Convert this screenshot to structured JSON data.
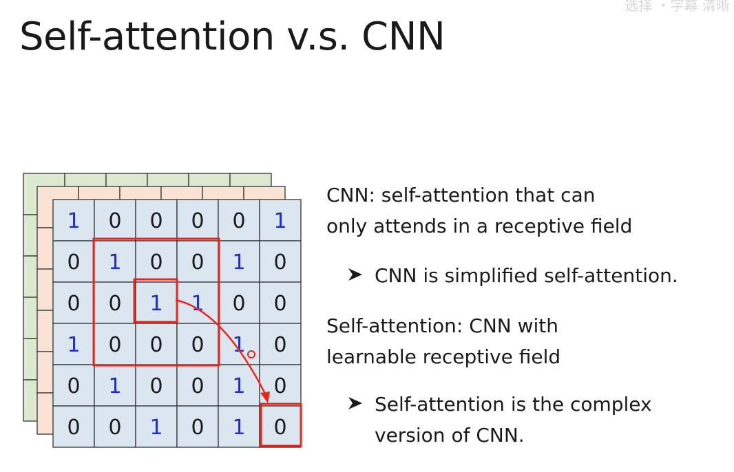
{
  "slide": {
    "title": "Self-attention v.s. CNN",
    "watermark": "选择 ・字幕 清晰"
  },
  "grid": {
    "front": [
      [
        "1",
        "0",
        "0",
        "0",
        "0",
        "1"
      ],
      [
        "0",
        "1",
        "0",
        "0",
        "1",
        "0"
      ],
      [
        "0",
        "0",
        "1",
        "1",
        "0",
        "0"
      ],
      [
        "1",
        "0",
        "0",
        "0",
        "1",
        "0"
      ],
      [
        "0",
        "1",
        "0",
        "0",
        "1",
        "0"
      ],
      [
        "0",
        "0",
        "1",
        "0",
        "1",
        "0"
      ]
    ],
    "colors": {
      "front_fill": "#dbe6f1",
      "middle_fill": "#fbe3d3",
      "back_fill": "#dde8d0",
      "one_text": "#1f2fbf",
      "zero_text": "#1a1a1a",
      "highlight": "#e8261c"
    }
  },
  "text": {
    "para1_line1": "CNN: self-attention that can",
    "para1_line2": "only attends in a receptive field",
    "bullet1": "CNN is simplified self-attention.",
    "para2_line1": "Self-attention: CNN with",
    "para2_line2": "learnable receptive field",
    "bullet2_line1": "Self-attention is the complex",
    "bullet2_line2": "version of CNN."
  }
}
